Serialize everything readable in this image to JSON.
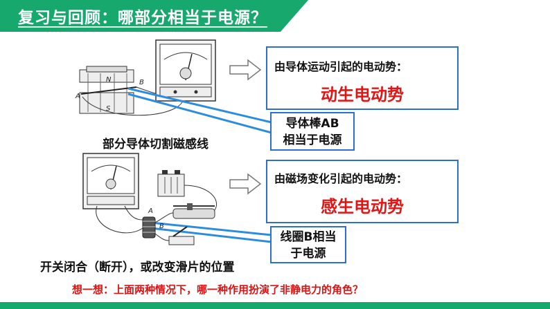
{
  "slide": {
    "title": "复习与回顾：哪部分相当于电源？",
    "top_box": {
      "lead": "由导体运动引起的电动势：",
      "term": "动生电动势"
    },
    "top_callout": {
      "line1": "导体棒AB",
      "line2": "相当于电源"
    },
    "top_caption": "部分导体切割磁感线",
    "bottom_box": {
      "lead": "由磁场变化引起的电动势：",
      "term": "感生电动势"
    },
    "bottom_callout": {
      "line1": "线圈B相当",
      "line2": "于电源"
    },
    "bottom_caption": "开关闭合（断开），或改变滑片的位置",
    "question": "想一想：上面两种情况下，哪一种作用扮演了非静电力的角色？",
    "diagram_labels": {
      "N": "N",
      "S": "S",
      "A": "A",
      "B": "B",
      "A2": "A",
      "B2": "B"
    }
  },
  "colors": {
    "title_bar": "#17a86e",
    "box_border": "#2c6fcf",
    "accent_red": "#e31414"
  }
}
